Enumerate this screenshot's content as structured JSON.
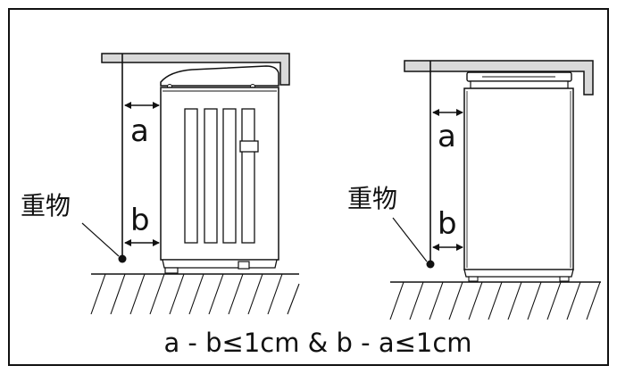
{
  "labels": {
    "left_a": "a",
    "left_b": "b",
    "left_weight": "重物",
    "right_a": "a",
    "right_b": "b",
    "right_weight": "重物"
  },
  "formula": "a - b≤1cm & b - a≤1cm",
  "colors": {
    "stroke": "#111111",
    "shelf_fill": "#d9d9d9",
    "background": "#ffffff"
  }
}
